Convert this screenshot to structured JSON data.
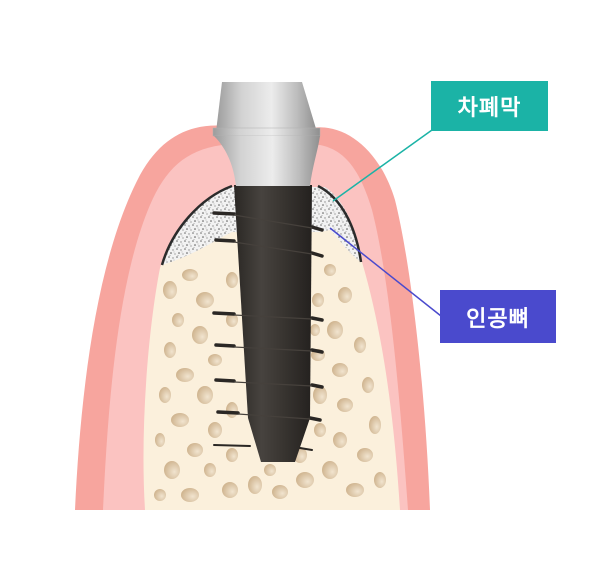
{
  "diagram": {
    "title": "Dental implant with bone graft and barrier membrane",
    "labels": [
      {
        "id": "membrane",
        "text": "차폐막",
        "color": "#1bb3a6"
      },
      {
        "id": "bone",
        "text": "인공뼈",
        "color": "#4a4acd"
      }
    ],
    "parts": {
      "abutment": "titanium abutment",
      "implant": "implant fixture (screw)",
      "membrane": "barrier membrane",
      "graft": "artificial bone graft",
      "gum": "gingiva",
      "bone": "alveolar bone"
    },
    "colors": {
      "gum_outer": "#f7a59e",
      "gum_inner": "#fbc3c1",
      "bone_bg": "#fbf0dc",
      "bone_pore": "#d9c3a3",
      "implant": "#3a3632",
      "abutment": "#c9c9c9",
      "membrane_line": "#2b2b2b"
    }
  }
}
